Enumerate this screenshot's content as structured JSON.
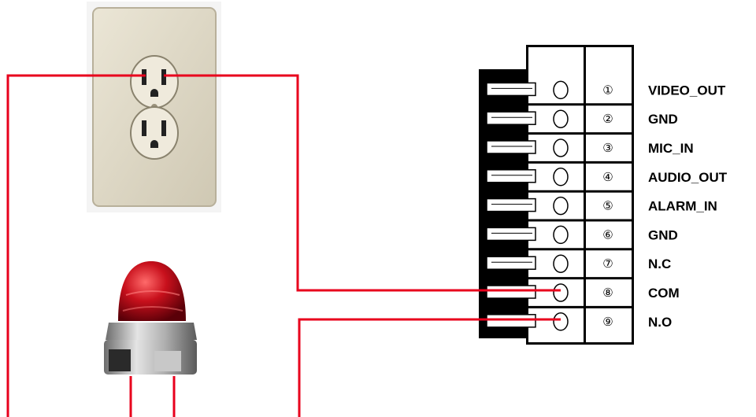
{
  "terminal_block": {
    "pins": [
      {
        "number": "①",
        "label": "VIDEO_OUT"
      },
      {
        "number": "②",
        "label": "GND"
      },
      {
        "number": "③",
        "label": "MIC_IN"
      },
      {
        "number": "④",
        "label": "AUDIO_OUT"
      },
      {
        "number": "⑤",
        "label": "ALARM_IN"
      },
      {
        "number": "⑥",
        "label": "GND"
      },
      {
        "number": "⑦",
        "label": "N.C"
      },
      {
        "number": "⑧",
        "label": "COM"
      },
      {
        "number": "⑨",
        "label": "N.O"
      }
    ]
  },
  "components": {
    "outlet_icon": "power-outlet-icon",
    "beacon_icon": "red-beacon-light-icon"
  },
  "colors": {
    "wire": "#e8001c",
    "outlet_plate": "#dcd6c4",
    "beacon_dome": "#c0101a",
    "background": "#ffffff"
  }
}
